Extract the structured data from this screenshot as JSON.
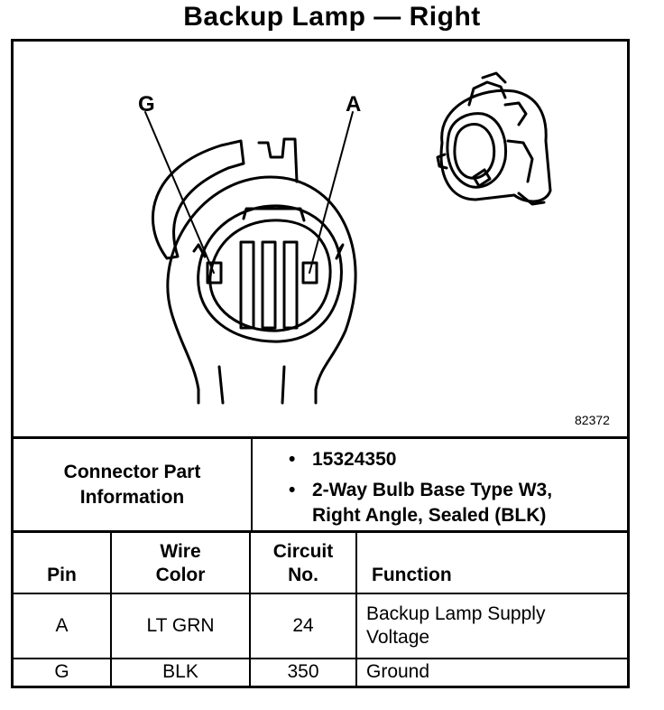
{
  "title": "Backup Lamp — Right",
  "diagram": {
    "pin_label_left": "G",
    "pin_label_right": "A",
    "reference_number": "82372"
  },
  "connector_info": {
    "label_line1": "Connector Part",
    "label_line2": "Information",
    "bullets": [
      "15324350",
      "2-Way Bulb Base Type W3,",
      "Right Angle, Sealed (BLK)"
    ]
  },
  "pin_table": {
    "headers": {
      "pin": "Pin",
      "wire_color_line1": "Wire",
      "wire_color_line2": "Color",
      "circuit_line1": "Circuit",
      "circuit_line2": "No.",
      "function": "Function"
    },
    "rows": [
      {
        "pin": "A",
        "wire_color": "LT GRN",
        "circuit": "24",
        "function_line1": "Backup Lamp Supply",
        "function_line2": "Voltage"
      },
      {
        "pin": "G",
        "wire_color": "BLK",
        "circuit": "350",
        "function_line1": "Ground",
        "function_line2": ""
      }
    ]
  }
}
